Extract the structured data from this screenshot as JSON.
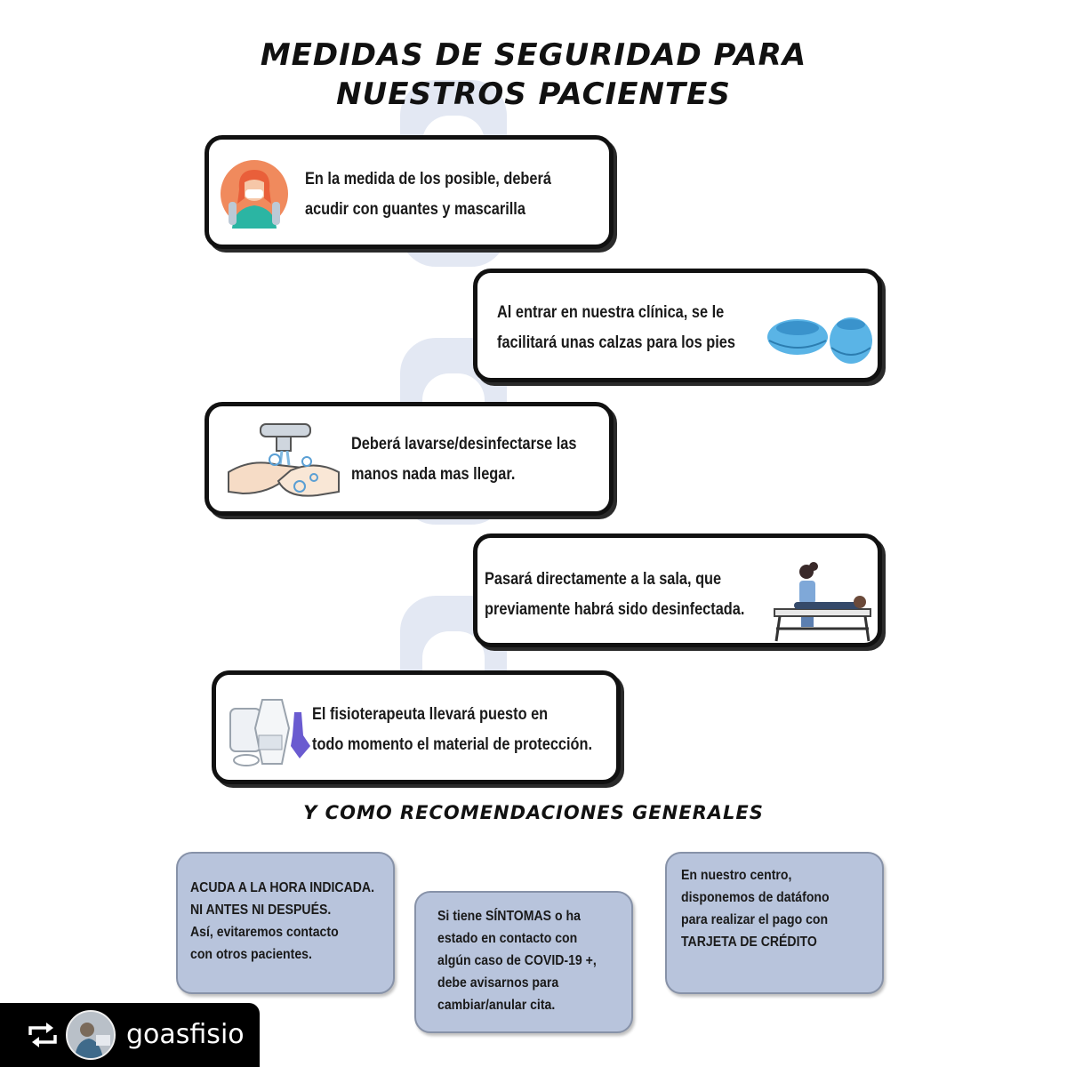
{
  "title": {
    "line1": "MEDIDAS DE SEGURIDAD PARA",
    "line2": "NUESTROS PACIENTES"
  },
  "cards": [
    {
      "line1": "En la medida de los posible, deberá",
      "line2": "acudir con guantes y mascarilla",
      "icon": "masked-person-icon"
    },
    {
      "line1": "Al entrar en nuestra clínica, se le",
      "line2": "facilitará unas calzas para los pies",
      "icon": "shoe-covers-icon"
    },
    {
      "line1": "Deberá lavarse/desinfectarse las",
      "line2": "manos nada mas llegar.",
      "icon": "hand-washing-icon"
    },
    {
      "line1": "Pasará directamente a la sala, que",
      "line2": "previamente habrá sido desinfectada.",
      "icon": "physio-table-icon"
    },
    {
      "line1": "El fisioterapeuta llevará  puesto en",
      "line2": "todo momento el material de protección.",
      "icon": "protective-gear-icon"
    }
  ],
  "subtitle": "Y COMO RECOMENDACIONES GENERALES",
  "recommendations": [
    {
      "lines": [
        "ACUDA A LA HORA INDICADA.",
        "NI ANTES NI DESPUÉS.",
        "Así, evitaremos contacto",
        "con otros pacientes."
      ]
    },
    {
      "lines": [
        "Si tiene SÍNTOMAS o ha",
        "estado en contacto con",
        "algún caso de COVID-19 +,",
        "debe avisarnos para",
        "cambiar/anular cita."
      ]
    },
    {
      "lines": [
        "En nuestro centro,",
        "disponemos de datáfono",
        "para realizar el pago con",
        "TARJETA DE CRÉDITO"
      ]
    }
  ],
  "repost": {
    "username": "goasfisio",
    "icon": "repost-icon"
  },
  "colors": {
    "card_border": "#111111",
    "rec_bg": "#b8c4dc",
    "watermark": "#dde4f2",
    "repost_bar": "#000000"
  }
}
